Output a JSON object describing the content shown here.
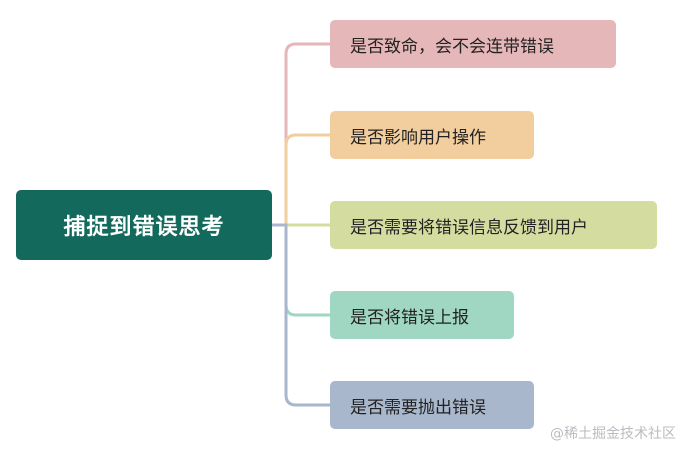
{
  "root": {
    "label": "捕捉到错误思考",
    "color": "#12695c"
  },
  "branches": [
    {
      "label": "是否致命，会不会连带错误",
      "color": "#e6b7b8",
      "line_color": "#e6b7b8"
    },
    {
      "label": "是否影响用户操作",
      "color": "#f2cd9d",
      "line_color": "#f2cd9d"
    },
    {
      "label": "是否需要将错误信息反馈到用户",
      "color": "#d5dca0",
      "line_color": "#d5dca0"
    },
    {
      "label": "是否将错误上报",
      "color": "#9fd7c2",
      "line_color": "#9fd7c2"
    },
    {
      "label": "是否需要抛出错误",
      "color": "#a8b7cc",
      "line_color": "#a8b7cc"
    }
  ],
  "watermark": "@稀土掘金技术社区"
}
